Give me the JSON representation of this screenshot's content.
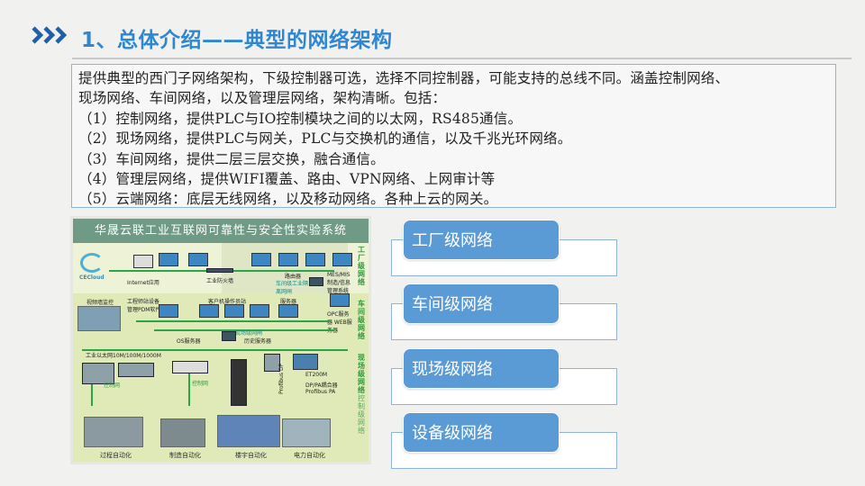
{
  "header": {
    "title": "1、总体介绍——典型的网络架构",
    "icon": "triple-chevron-icon",
    "accent": "#2f86d3"
  },
  "description": {
    "lines": [
      "提供典型的西门子网络架构，下级控制器可选，选择不同控制器，可能支持的总线不同。涵盖控制网络、",
      "现场网络、车间网络，以及管理层网络，架构清晰。包括：",
      "（1）控制网络，提供PLC与IO控制模块之间的以太网，RS485通信。",
      "（2）现场网络，提供PLC与网关，PLC与交换机的通信，以及千兆光环网络。",
      "（3）车间网络，提供二层三层交换，融合通信。",
      "（4）管理层网络，提供WIFI覆盖、路由、VPN网络、上网审计等",
      "（5）云端网络：底层无线网络，以及移动网络。各种上云的网关。"
    ]
  },
  "diagram": {
    "title": "华晟云联工业互联网可靠性与安全性实验系统",
    "logo": "CECloud",
    "labels": {
      "internet": "Internet应用",
      "firewall": "工业防火墙",
      "router": "路由器",
      "isolation": "车间级工业隔离网闸",
      "mes": "MES/MIS 制造/信息管理系统",
      "video": "视频墙监控",
      "eng": "工程师站设备管理PDM软件",
      "client": "客户机操作员站",
      "server": "服务器",
      "opc": "OPC服务器 WEB服务器",
      "os": "OS服务器",
      "fieldnet": "现场级网闸",
      "history": "历史服务器",
      "ethernet": "工业以太网10M/100M/1000M",
      "ctrlnet1": "控制网",
      "ctrlnet2": "控制网",
      "et200m": "ET200M",
      "dppa": "DP/PA耦合器",
      "profibus_pa": "Profibus PA",
      "profibus_dp": "Profibus DP"
    },
    "zones": [
      "工厂级网络",
      "车间级网络",
      "现场级网络",
      "控制级网络"
    ],
    "photos": [
      "过程自动化",
      "制造自动化",
      "楼宇自动化",
      "电力自动化"
    ]
  },
  "levels": [
    "工厂级网络",
    "车间级网络",
    "现场级网络",
    "设备级网络"
  ]
}
